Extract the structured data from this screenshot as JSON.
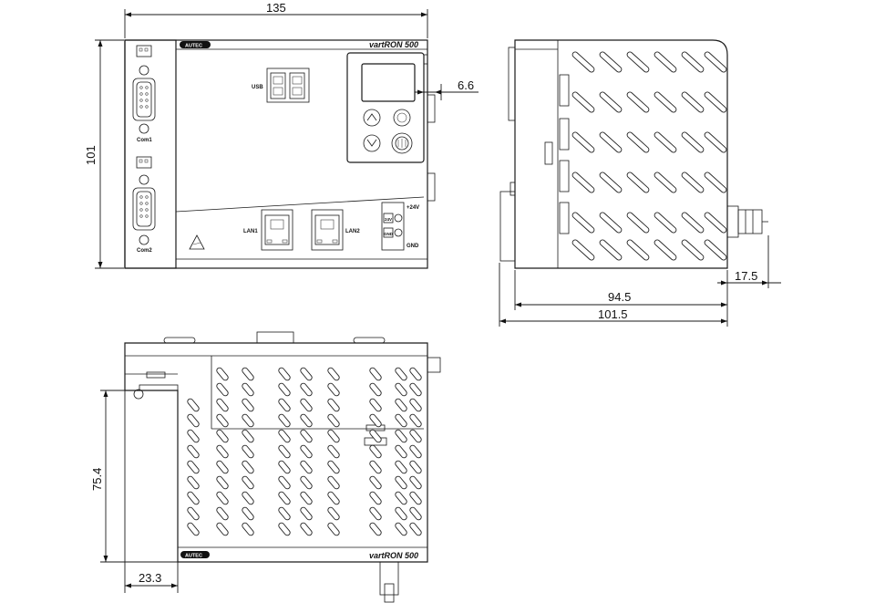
{
  "dimensions": {
    "front_width": "135",
    "front_height": "101",
    "display_offset": "6.6",
    "side_depth_body": "94.5",
    "side_depth_total": "101.5",
    "side_connector": "17.5",
    "bottom_height": "75.4",
    "bottom_offset": "23.3"
  },
  "labels": {
    "brand_logo": "AUTEC",
    "product_name": "vartRON 500",
    "usb": "USB",
    "com1": "Com1",
    "com2": "Com2",
    "lan1": "LAN1",
    "lan2": "LAN2",
    "plus24v": "+24V",
    "gnd": "GND",
    "term_a": "24V",
    "term_b": "GND"
  },
  "colors": {
    "line": "#1a1a1a",
    "background": "#ffffff"
  }
}
